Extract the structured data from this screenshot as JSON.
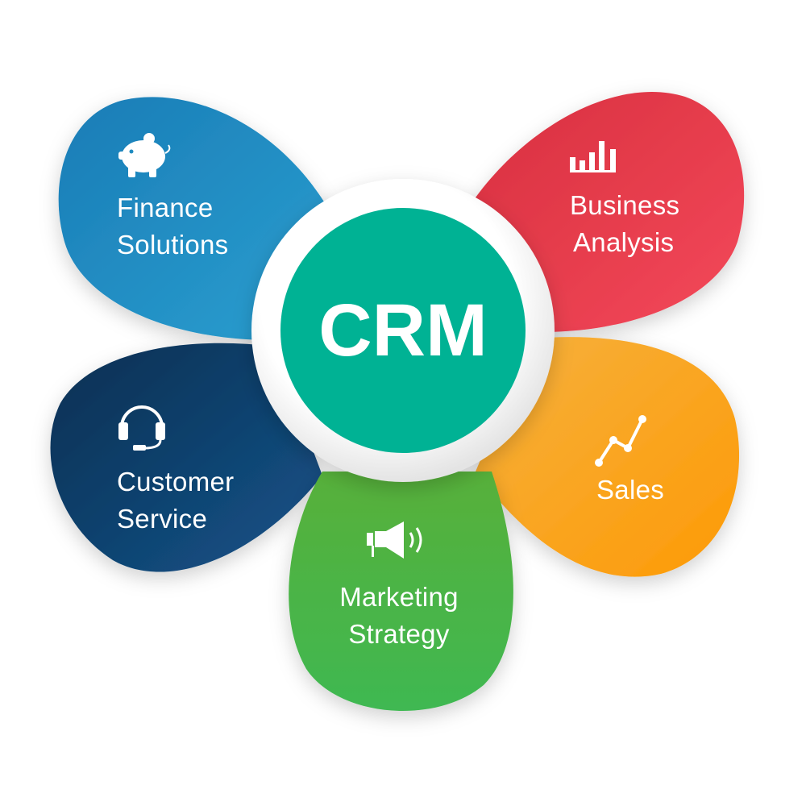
{
  "center": {
    "label": "CRM",
    "color": "#00b294"
  },
  "petals": {
    "finance": {
      "line1": "Finance",
      "line2": "Solutions",
      "icon": "piggy-bank-icon",
      "color": "#1f8bc0"
    },
    "business": {
      "line1": "Business",
      "line2": "Analysis",
      "icon": "bar-chart-icon",
      "color": "#e53c50"
    },
    "customer": {
      "line1": "Customer",
      "line2": "Service",
      "icon": "headset-icon",
      "color": "#0f426c"
    },
    "sales": {
      "line1": "Sales",
      "icon": "line-chart-icon",
      "color": "#f8a21e"
    },
    "marketing": {
      "line1": "Marketing",
      "line2": "Strategy",
      "icon": "megaphone-icon",
      "color": "#4db748"
    }
  }
}
